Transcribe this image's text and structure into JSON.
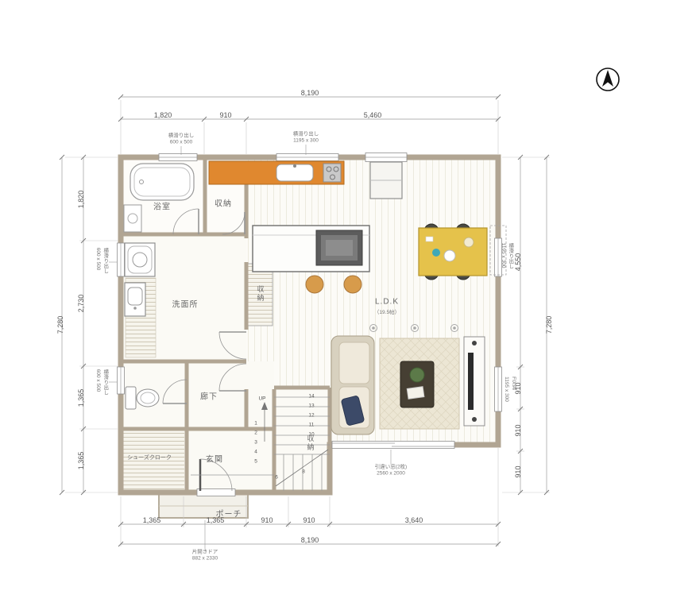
{
  "dimensions": {
    "top_total": "8,190",
    "top": [
      "1,820",
      "910",
      "5,460"
    ],
    "left_outer": "7,280",
    "left": [
      "1,820",
      "2,730",
      "1,365",
      "1,365"
    ],
    "right_outer": "7,280",
    "right": [
      "4,550",
      "910",
      "910",
      "910"
    ],
    "bottom": [
      "1,365",
      "1,365",
      "910",
      "910",
      "3,640"
    ],
    "bottom_total": "8,190"
  },
  "rooms": {
    "bath": "浴室",
    "storage_top": "収納",
    "washroom": "洗面所",
    "closet": "収納",
    "ldk": "L.D.K",
    "ldk_size": "（19.5帖）",
    "hall": "廊下",
    "entrance": "玄関",
    "shoe_cloak": "シューズクローク",
    "porch": "ポーチ",
    "stair_storage": "収納",
    "up": "UP"
  },
  "openings": {
    "top_left_window": {
      "l1": "横滑り出し",
      "l2": "600 x 500"
    },
    "top_kitchen_window": {
      "l1": "横滑り出し",
      "l2": "1195 x 300"
    },
    "left_upper_window": {
      "l1": "横滑り出し",
      "l2": "600 x 500"
    },
    "left_lower_window": {
      "l1": "横滑り出し",
      "l2": "600 x 500"
    },
    "right_upper_window": {
      "l1": "横滑り出し",
      "l2": "1195 x 300"
    },
    "right_fix_window": {
      "l1": "FIX窓",
      "l2": "1195 x 300"
    },
    "bottom_sliding_window": {
      "l1": "引違い窓(2枚)",
      "l2": "2560 x 2000"
    },
    "entry_door": {
      "l1": "片開きドア",
      "l2": "882 x 2330"
    }
  },
  "stairs": {
    "upper": [
      "14",
      "13",
      "12",
      "11",
      "10"
    ],
    "lower": [
      "1",
      "2",
      "3",
      "4",
      "5"
    ],
    "mid": [
      "6",
      "8"
    ]
  },
  "colors": {
    "wall": "#b1a593",
    "kitchen_counter": "#e0882f",
    "dining_table": "#e5c24b",
    "stool": "#d79b4b",
    "rug": "#ece6d4",
    "sofa": "#d8d1bf"
  }
}
